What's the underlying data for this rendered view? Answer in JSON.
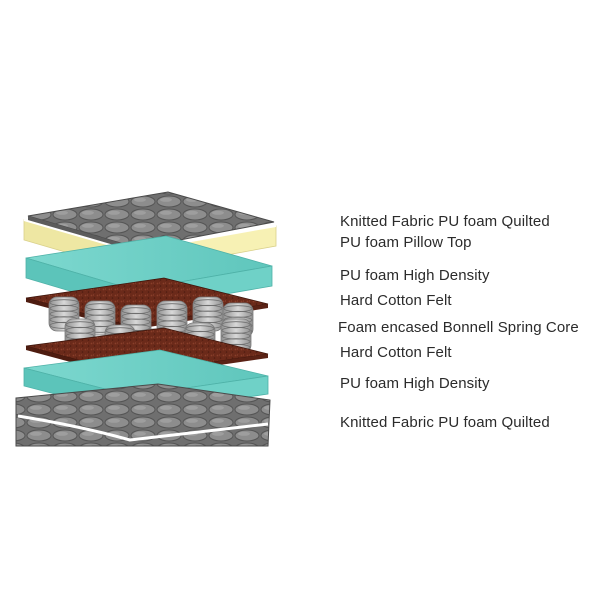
{
  "layers": [
    {
      "label": "Knitted Fabric PU foam Quilted"
    },
    {
      "label": "PU foam Pillow Top"
    },
    {
      "label": "PU foam High Density"
    },
    {
      "label": "Hard Cotton Felt"
    },
    {
      "label": "Foam encased Bonnell Spring Core"
    },
    {
      "label": "Hard Cotton Felt"
    },
    {
      "label": "PU foam High Density"
    },
    {
      "label": "Knitted Fabric PU foam Quilted"
    }
  ],
  "colors": {
    "quilt_fabric": "#7a7a7a",
    "pillow_top_foam": "#f7f1b4",
    "high_density_foam": "#6fd1c7",
    "cotton_felt": "#6b2a1a",
    "spring": "#b9b9b9",
    "label_text": "#2b2b2b"
  }
}
